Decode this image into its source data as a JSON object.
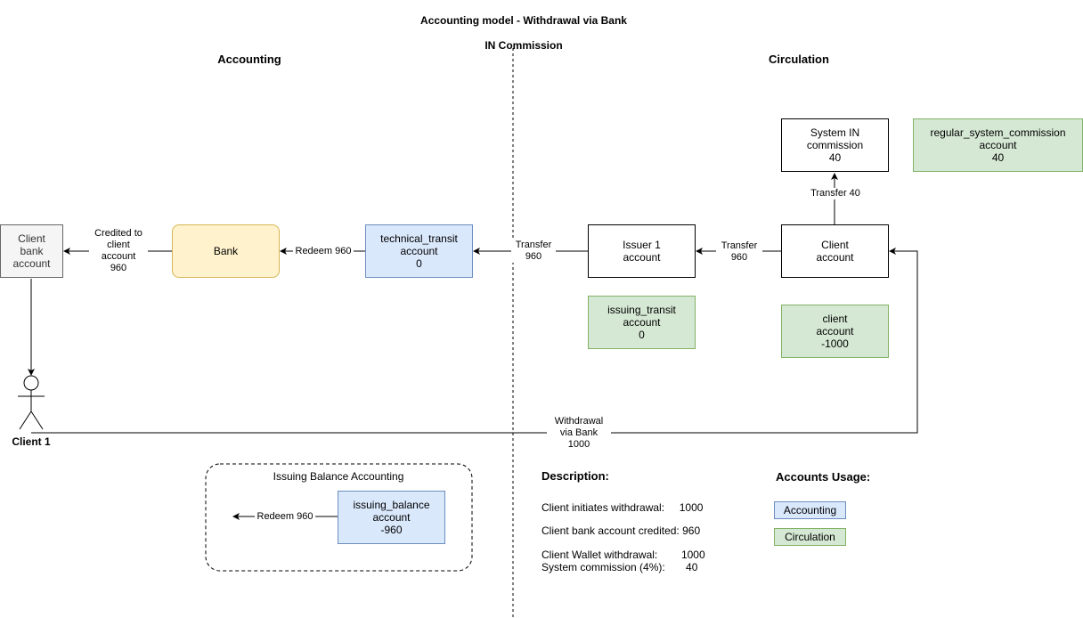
{
  "title": {
    "line1": "Accounting model - Withdrawal via Bank",
    "line2": "IN Commission"
  },
  "sections": {
    "accounting": "Accounting",
    "circulation": "Circulation"
  },
  "nodes": {
    "client_bank_account": "Client\nbank\naccount",
    "bank": "Bank",
    "technical_transit": "technical_transit\naccount\n0",
    "issuer_account": "Issuer 1\naccount",
    "client_account": "Client\naccount",
    "system_in_commission": "System IN\ncommission\n40",
    "regular_system_commission": "regular_system_commission\naccount\n40",
    "issuing_transit": "issuing_transit\naccount\n0",
    "client_account_green": "client\naccount\n-1000",
    "issuing_balance": "issuing_balance\naccount\n-960"
  },
  "actor": {
    "label": "Client 1"
  },
  "edge_labels": {
    "credited": "Credited to\nclient\naccount\n960",
    "redeem_bank": "Redeem 960",
    "transfer_transit": "Transfer\n960",
    "transfer_issuer": "Transfer\n960",
    "transfer_commission": "Transfer 40",
    "withdrawal": "Withdrawal\nvia Bank\n1000",
    "redeem_balance": "Redeem 960"
  },
  "issuing_group": {
    "title": "Issuing Balance Accounting"
  },
  "description": {
    "heading": "Description:",
    "lines": [
      "Client initiates withdrawal:     1000",
      "Client bank account credited: 960",
      "Client Wallet withdrawal:        1000",
      "System commission (4%):       40"
    ]
  },
  "legend": {
    "heading": "Accounts Usage:",
    "accounting": "Accounting",
    "circulation": "Circulation"
  }
}
